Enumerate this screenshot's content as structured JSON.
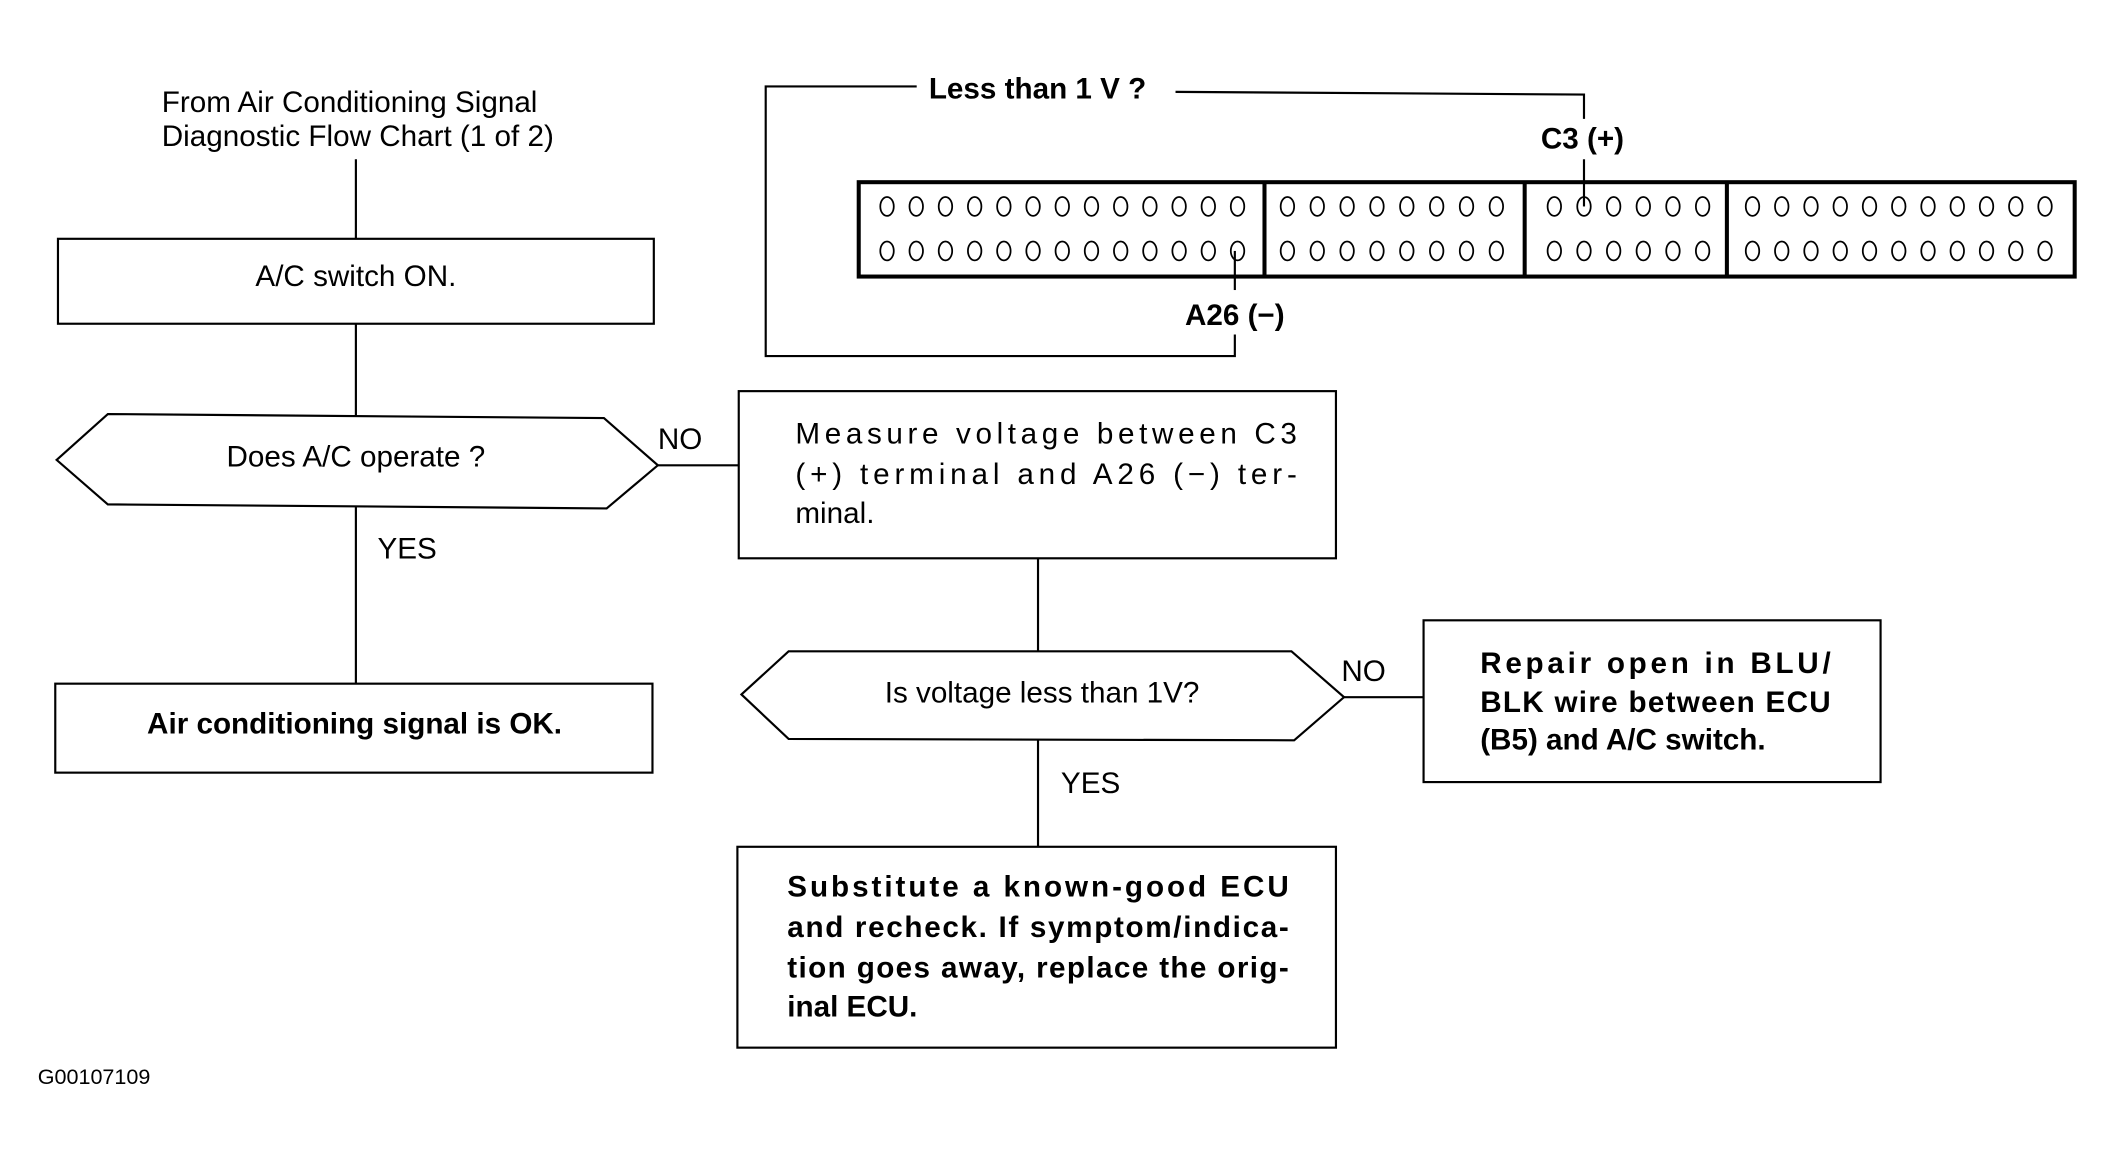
{
  "start_label": [
    "From Air Conditioning Signal",
    "Diagnostic Flow Chart (1 of 2)"
  ],
  "steps": {
    "ac_switch_on": "A/C switch ON.",
    "does_ac_operate": "Does A/C operate ?",
    "signal_ok": "Air conditioning signal is OK.",
    "measure_voltage": [
      "Measure voltage between C3",
      "(+) terminal and A26 (−) ter-",
      "minal."
    ],
    "is_voltage_less": "Is voltage less than 1V?",
    "repair_open": [
      "Repair open in BLU/",
      "BLK wire between ECU",
      "(B5) and A/C switch."
    ],
    "substitute_ecu": [
      "Substitute a known-good ECU",
      "and recheck. If symptom/indica-",
      "tion goes away, replace the orig-",
      "inal ECU."
    ]
  },
  "branch_labels": {
    "no1": "NO",
    "yes1": "YES",
    "no2": "NO",
    "yes2": "YES"
  },
  "connector": {
    "meter_label": "Less than 1 V ?",
    "positive_terminal": "C3 (+)",
    "negative_terminal": "A26 (−)",
    "pin_groups": [
      13,
      8,
      6,
      11
    ]
  },
  "figure_id": "G00107109"
}
